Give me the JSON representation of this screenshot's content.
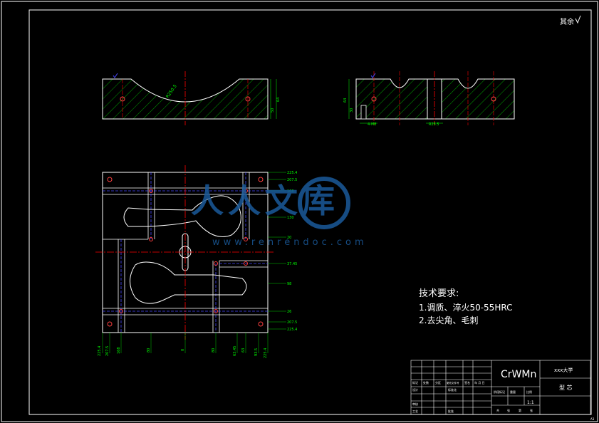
{
  "corner_note": "其余",
  "watermark": {
    "brand": "人人文库",
    "url": "www.renrendoc.com"
  },
  "tech_requirements": {
    "title": "技术要求:",
    "items": [
      "1.调质、淬火50-55HRC",
      "2.去尖角、毛刺"
    ]
  },
  "top_left_view": {
    "radius_label": "R250.5",
    "dims": [
      "50",
      "64"
    ]
  },
  "top_right_view": {
    "dims": [
      "64",
      "30"
    ],
    "bottom_labels": [
      "4-M8",
      "R25.5"
    ]
  },
  "plan_view": {
    "right_dims": [
      "225.4",
      "207.5",
      "168",
      "130",
      "20",
      "37.45",
      "98",
      "26",
      "207.5",
      "225.4"
    ],
    "bottom_dims": [
      "225.4",
      "207.5",
      "168",
      "80",
      "0",
      "80",
      "63.45",
      "63",
      "93.5",
      "225.4"
    ]
  },
  "title_block": {
    "material": "CrWMn",
    "org": "xxx大学",
    "part_name": "型 芯",
    "scale": "1:1",
    "row_labels": [
      "标记",
      "设计",
      "审核",
      "工艺"
    ],
    "header_labels": [
      "处数",
      "分区",
      "更改文件号",
      "签名",
      "年 月 日"
    ],
    "stage_labels": [
      "阶段标记",
      "重量",
      "比例"
    ],
    "sheet_labels": [
      "共",
      "张",
      "第",
      "张"
    ],
    "std_labels": [
      "标准化",
      "批准"
    ],
    "corner_mark": "A3"
  },
  "colors": {
    "background": "#000000",
    "outline": "#ffffff",
    "hatch": "#00a000",
    "center_line": "#ff0000",
    "hidden_line": "#4848ff",
    "dimension": "#00ff00",
    "watermark": "#1a5a9a"
  }
}
